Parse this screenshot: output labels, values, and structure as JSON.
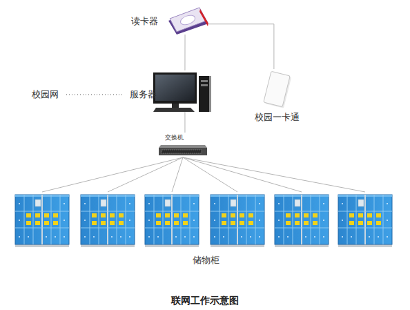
{
  "diagram": {
    "caption": "联网工作示意图",
    "nodes": [
      {
        "text": [
          "读卡器"
        ]
      },
      {
        "text": [
          "服务器"
        ]
      },
      {
        "text": [
          "校园一卡通"
        ]
      },
      {
        "text": [
          "交换机"
        ]
      },
      {
        "text": [
          "储物柜"
        ]
      }
    ],
    "edges": [
      {
        "from": 0,
        "to": 1,
        "arrow": "none"
      },
      {
        "from": 0,
        "to": 2,
        "arrow": "none"
      },
      {
        "from": 1,
        "to": 3,
        "arrow": "none"
      },
      {
        "from": 3,
        "to": 4,
        "arrow": "none"
      },
      {
        "from": 3,
        "to": 4,
        "arrow": "none"
      },
      {
        "from": 3,
        "to": 4,
        "arrow": "none"
      },
      {
        "from": 3,
        "to": 4,
        "arrow": "none"
      },
      {
        "from": 3,
        "to": 4,
        "arrow": "none"
      },
      {
        "from": 3,
        "to": 4,
        "arrow": "none"
      }
    ],
    "labels": [
      "校园网"
    ]
  }
}
